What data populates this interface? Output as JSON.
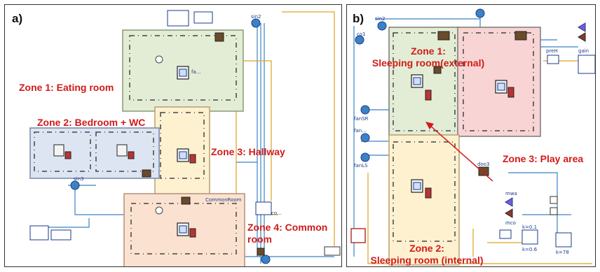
{
  "panels": [
    {
      "letter": "a)",
      "zones": [
        {
          "id": "zone-1",
          "label": "Zone 1: Eating room",
          "fill": "#e3edd5"
        },
        {
          "id": "zone-2",
          "label": "Zone 2: Bedroom + WC",
          "fill": "#dde5f2"
        },
        {
          "id": "zone-3",
          "label": "Zone 3: Hallway",
          "fill": "#fdf1d0"
        },
        {
          "id": "zone-4",
          "label_line1": "Zone 4: Common",
          "label_line2": "room",
          "fill": "#fbe2d0"
        }
      ],
      "component_labels": [
        "sin2",
        "sin3",
        "fa...",
        "CommonRoom",
        "co..."
      ]
    },
    {
      "letter": "b)",
      "zones": [
        {
          "id": "zone-1",
          "label_line1": "Zone 1:",
          "label_line2": "Sleeping room(external)",
          "fill": "#e3edd5"
        },
        {
          "id": "zone-3",
          "label": "Zone 3: Play area",
          "fill": "#f8d4d4"
        },
        {
          "id": "zone-2",
          "label_line1": "Zone 2:",
          "label_line2": "Sleeping room (internal)",
          "fill": "#fdf1d0"
        }
      ],
      "component_labels": [
        "co1",
        "sin2",
        "fanSR",
        "fan...",
        "fanLS",
        "doo3",
        "preH",
        "gain",
        "mwa",
        "mco",
        "k=0.6",
        "k=78",
        "k=0.1"
      ]
    }
  ],
  "colors": {
    "zone_label": "#d11a1a",
    "wire_blue": "#3b82c4",
    "wire_orange": "#e0a020",
    "component_navy": "#1a3a8a",
    "arrow": "#d11a1a"
  }
}
